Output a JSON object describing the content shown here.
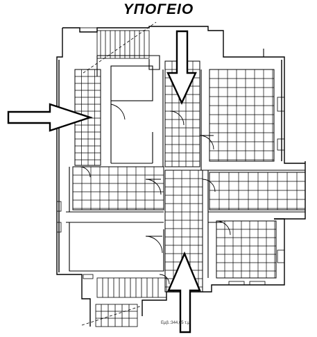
{
  "plan": {
    "title": "ΥΠΟΓΕΙΟ",
    "area_label": "Εμβ.:344,65 τ.μ",
    "line_color": "#000000",
    "fill_color": "#ffffff"
  },
  "markers": [
    {
      "name": "arrow-right-icon",
      "direction": "right"
    },
    {
      "name": "arrow-down-icon",
      "direction": "down"
    },
    {
      "name": "arrow-up-icon",
      "direction": "up"
    }
  ]
}
